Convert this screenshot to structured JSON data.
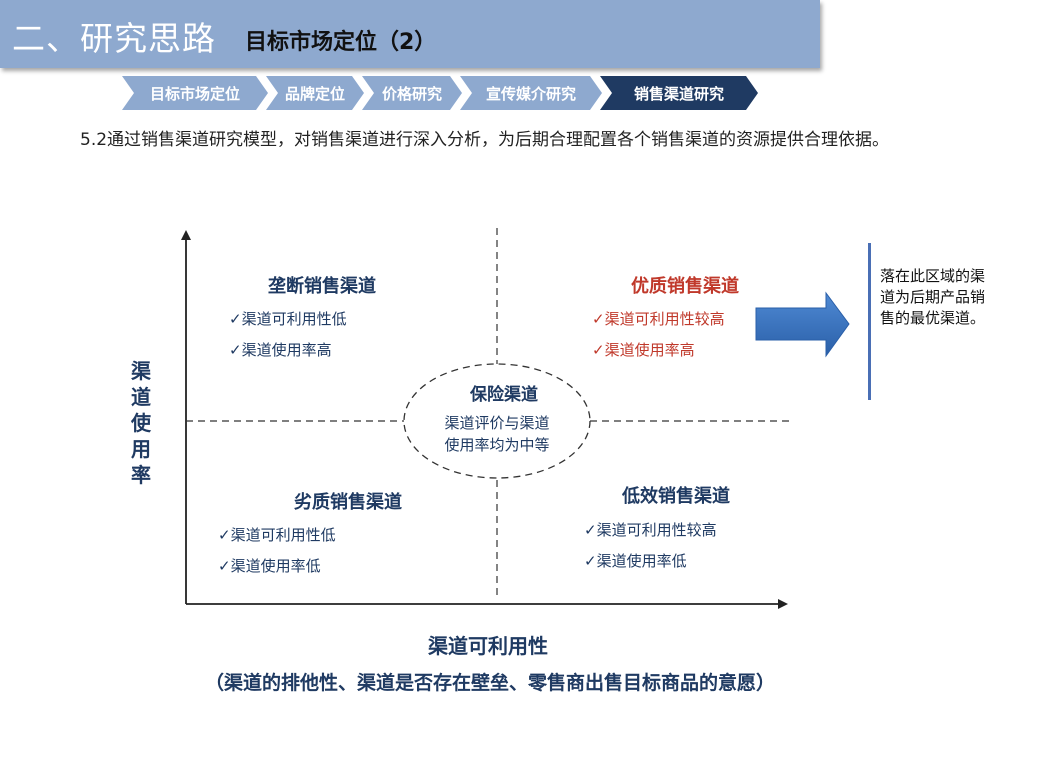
{
  "header": {
    "section_title": "二、研究思路",
    "subtitle": "目标市场定位（2）"
  },
  "breadcrumb": [
    {
      "label": "目标市场定位",
      "active": false
    },
    {
      "label": "品牌定位",
      "active": false
    },
    {
      "label": "价格研究",
      "active": false
    },
    {
      "label": "宣传媒介研究",
      "active": false
    },
    {
      "label": "销售渠道研究",
      "active": true
    }
  ],
  "intro": "5.2通过销售渠道研究模型，对销售渠道进行深入分析，为后期合理配置各个销售渠道的资源提供合理依据。",
  "diagram": {
    "y_axis_label": "渠道使用率",
    "x_axis_label": "渠道可利用性",
    "x_axis_sublabel": "（渠道的排他性、渠道是否存在壁垒、零售商出售目标商品的意愿）",
    "quadrants": {
      "top_left": {
        "title": "垄断销售渠道",
        "items": [
          "✓渠道可利用性低",
          "✓渠道使用率高"
        ]
      },
      "top_right": {
        "title": "优质销售渠道",
        "items": [
          "✓渠道可利用性较高",
          "✓渠道使用率高"
        ]
      },
      "bottom_left": {
        "title": "劣质销售渠道",
        "items": [
          "✓渠道可利用性低",
          "✓渠道使用率低"
        ]
      },
      "bottom_right": {
        "title": "低效销售渠道",
        "items": [
          "✓渠道可利用性较高",
          "✓渠道使用率低"
        ]
      }
    },
    "center": {
      "title": "保险渠道",
      "lines": [
        "渠道评价与渠道",
        "使用率均为中等"
      ]
    },
    "note": "落在此区域的渠道为后期产品销售的最优渠道。"
  },
  "colors": {
    "header_bg": "#8ea9cf",
    "crumb_active": "#1f3a62",
    "navy_text": "#1f3a62",
    "highlight_red": "#c0392b",
    "arrow_blue": "#2e6bb5"
  }
}
